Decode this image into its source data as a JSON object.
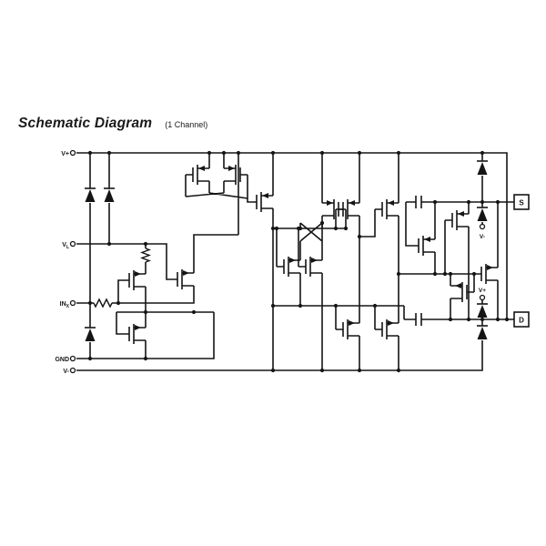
{
  "page": {
    "title": "Schematic Diagram",
    "subtitle": "(1 Channel)"
  },
  "terminals": {
    "v_plus": "V+",
    "v_l_base": "V",
    "v_l_sub": "L",
    "in_base": "IN",
    "in_sub": "X",
    "gnd": "GND",
    "v_minus": "V-",
    "s_clamp": "V-",
    "d_clamp": "V+",
    "source_pin": "S",
    "drain_pin": "D"
  },
  "colors": {
    "ink": "#151515",
    "background": "#ffffff"
  },
  "components": {
    "mosfet_count": 17,
    "diode_count": 7,
    "resistor_count": 2,
    "capacitor_count": 2,
    "terminal_count": 7,
    "port_count": 2
  }
}
